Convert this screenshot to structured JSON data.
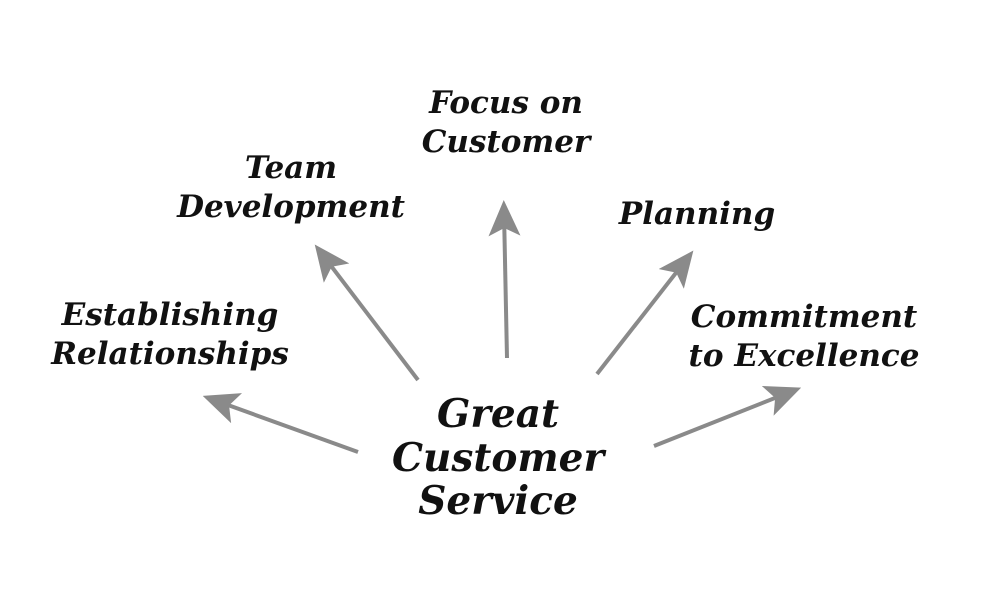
{
  "center": {
    "line1": "Great",
    "line2": "Customer",
    "line3": "Service"
  },
  "branches": [
    {
      "line1": "Establishing",
      "line2": "Relationships"
    },
    {
      "line1": "Team",
      "line2": "Development"
    },
    {
      "line1": "Focus on",
      "line2": "Customer"
    },
    {
      "line1": "Planning",
      "line2": ""
    },
    {
      "line1": "Commitment",
      "line2": "to Excellence"
    }
  ],
  "colors": {
    "arrow": "#8a8a8a",
    "text": "#111111",
    "background": "#ffffff"
  }
}
